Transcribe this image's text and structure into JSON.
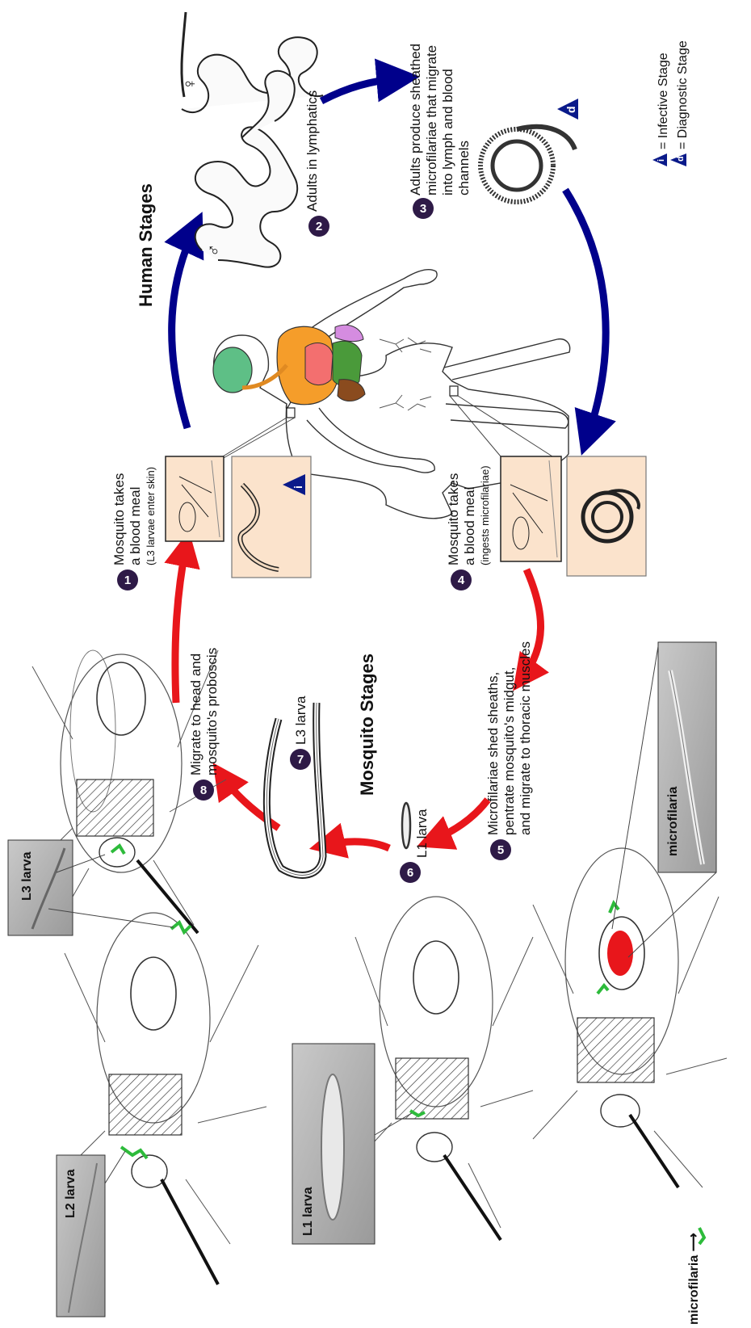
{
  "titles": {
    "human": "Human Stages",
    "mosquito": "Mosquito Stages"
  },
  "steps": [
    {
      "num": "1",
      "lines": [
        "Mosquito takes",
        "a blood meal"
      ],
      "note": "(L3 larvae enter skin)"
    },
    {
      "num": "2",
      "lines": [
        "Adults in lymphatics"
      ],
      "note": ""
    },
    {
      "num": "3",
      "lines": [
        "Adults produce sheathed",
        "microfilariae that migrate",
        "into lymph and blood",
        "channels"
      ],
      "note": ""
    },
    {
      "num": "4",
      "lines": [
        "Mosquito takes",
        "a blood meal"
      ],
      "note": "(ingests microfilariae)"
    },
    {
      "num": "5",
      "lines": [
        "Microfilariae shed sheaths,",
        "pentrate mosquito's midgut,",
        "and migrate to thoracic muscles"
      ],
      "note": ""
    },
    {
      "num": "6",
      "lines": [
        "L1 larva"
      ],
      "note": ""
    },
    {
      "num": "7",
      "lines": [
        "L3 larva"
      ],
      "note": ""
    },
    {
      "num": "8",
      "lines": [
        "Migrate to head and",
        "mosquito's proboscis"
      ],
      "note": ""
    }
  ],
  "legend": {
    "infective_symbol": "i",
    "infective_label": "= Infective Stage",
    "diagnostic_symbol": "d",
    "diagnostic_label": "= Diagnostic Stage"
  },
  "sex_symbols": {
    "male": "♂",
    "female": "♀"
  },
  "photo_labels": {
    "l2": "L2 larva",
    "l3": "L3 larva",
    "l1": "L1 larva",
    "micro": "microfilaria",
    "micro_pointer": "microfilaria ⟶"
  },
  "colors": {
    "human_arrows": "#00008b",
    "mosquito_arrows": "#e8161b",
    "step_circle": "#2e1a47",
    "legend_triangle": "#0a1a8a",
    "larva_green": "#2dbb3b",
    "midgut_red": "#e8161b",
    "inset_skin": "#fbe3cc"
  }
}
